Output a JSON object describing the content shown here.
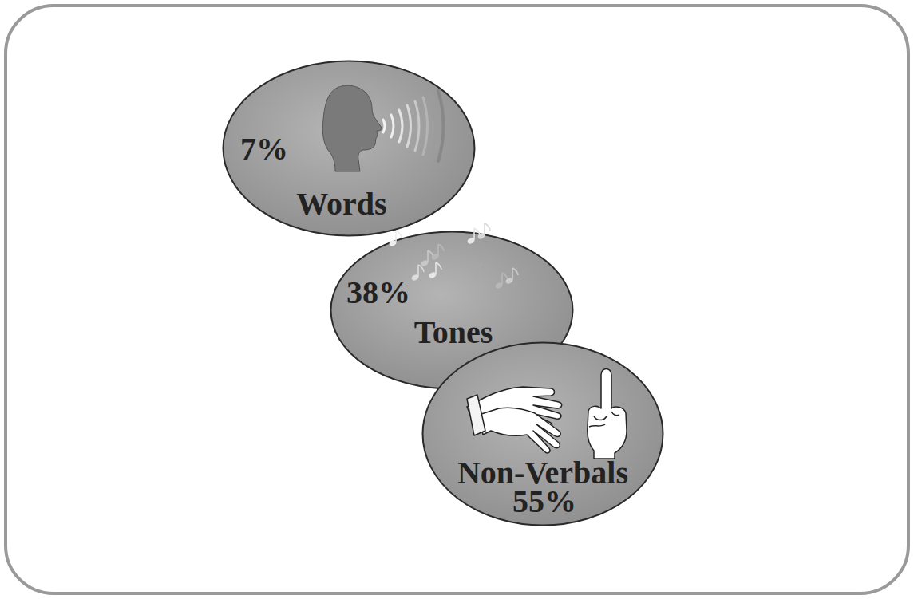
{
  "diagram": {
    "nodes": [
      {
        "text": [
          "7%",
          "Words"
        ]
      },
      {
        "text": [
          "38%",
          "Tones"
        ]
      },
      {
        "text": [
          "Non-Verbals",
          "55%"
        ]
      }
    ]
  }
}
